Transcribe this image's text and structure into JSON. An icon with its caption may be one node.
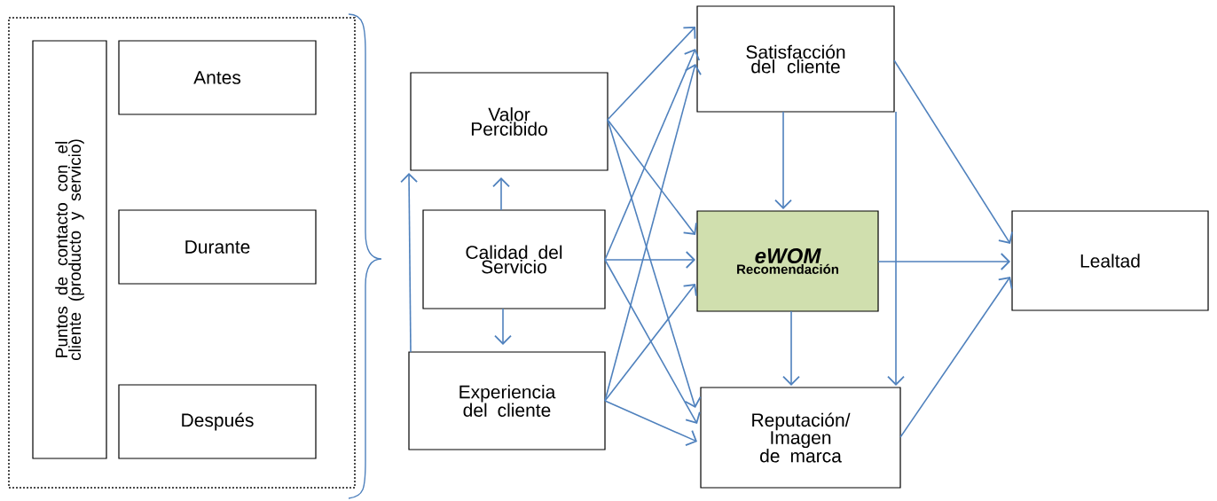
{
  "diagram": {
    "nodes": [
      {
        "text": [],
        "shape": "box"
      },
      {
        "text": [
          "Puntos de contacto con el cliente (producto y servicio)"
        ],
        "in": 0
      },
      {
        "text": [
          "Antes"
        ],
        "in": 0
      },
      {
        "text": [
          "Durante"
        ],
        "in": 0
      },
      {
        "text": [
          "Después"
        ],
        "in": 0
      },
      {
        "text": [
          "Valor Percibido"
        ]
      },
      {
        "text": [
          "Calidad del Servicio"
        ]
      },
      {
        "text": [
          "Experiencia del cliente"
        ]
      },
      {
        "text": [
          "Satisfacción del cliente"
        ]
      },
      {
        "text": [
          "eWOM",
          "Recomendación"
        ]
      },
      {
        "text": [
          "Reputación/ Imagen de marca"
        ]
      },
      {
        "text": [
          "Lealtad"
        ]
      }
    ],
    "edges": [
      {
        "from": 6,
        "to": 5,
        "arrow": "to"
      },
      {
        "from": 6,
        "to": 7,
        "arrow": "to"
      },
      {
        "from": 7,
        "to": 5,
        "arrow": "to"
      },
      {
        "from": 5,
        "to": 8,
        "arrow": "to"
      },
      {
        "from": 5,
        "to": 9,
        "arrow": "to"
      },
      {
        "from": 5,
        "to": 10,
        "arrow": "to"
      },
      {
        "from": 6,
        "to": 8,
        "arrow": "to"
      },
      {
        "from": 6,
        "to": 9,
        "arrow": "to"
      },
      {
        "from": 6,
        "to": 10,
        "arrow": "to"
      },
      {
        "from": 7,
        "to": 8,
        "arrow": "to"
      },
      {
        "from": 7,
        "to": 9,
        "arrow": "to"
      },
      {
        "from": 7,
        "to": 10,
        "arrow": "to"
      },
      {
        "from": 8,
        "to": 9,
        "arrow": "to"
      },
      {
        "from": 8,
        "to": 10,
        "arrow": "to"
      },
      {
        "from": 8,
        "to": 11,
        "arrow": "to"
      },
      {
        "from": 9,
        "to": 11,
        "arrow": "to"
      },
      {
        "from": 9,
        "to": 10,
        "arrow": "to"
      },
      {
        "from": 10,
        "to": 11,
        "arrow": "to"
      }
    ]
  }
}
